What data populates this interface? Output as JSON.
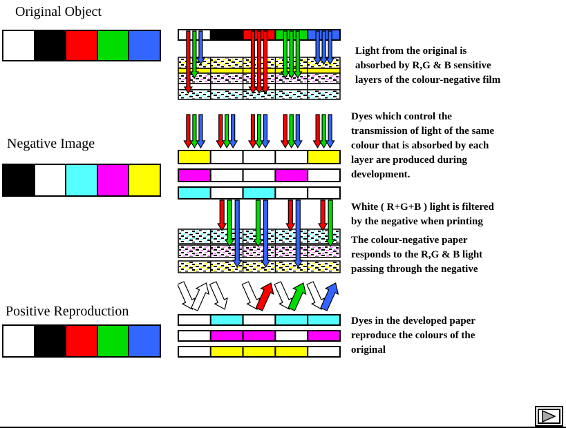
{
  "palette": {
    "white": "#FFFFFF",
    "black": "#000000",
    "red": "#FF0000",
    "green": "#00DC00",
    "blue": "#3366FF",
    "cyan": "#55FFFF",
    "magenta": "#FF00FF",
    "yellow": "#FFFF00",
    "speckle_cyan": "#80FFFF",
    "speckle_magenta": "#FF8CFF",
    "speckle_yellow": "#FFFF00",
    "button_triangle_gray": "#A8A8A8"
  },
  "headings": {
    "original": "Original Object",
    "negative": "Negative Image",
    "positive": "Positive Reproduction"
  },
  "bars": {
    "original": [
      "white",
      "black",
      "red",
      "green",
      "blue"
    ],
    "negative": [
      "black",
      "white",
      "cyan",
      "magenta",
      "yellow"
    ],
    "positive": [
      "white",
      "black",
      "red",
      "green",
      "blue"
    ]
  },
  "texts": {
    "absorb": "Light from the original is\nabsorbed by R,G & B sensitive\nlayers of the colour-negative film",
    "dyes": "Dyes which control the\ntransmission of light of the same\ncolour that is absorbed by each\nlayer are produced during\ndevelopment.",
    "white_light": "White ( R+G+B ) light is filtered\nby the negative when printing",
    "paper_responds": "The colour-negative paper\nresponds to the R,G & B light\npassing through the negative",
    "developed": "Dyes in the developed paper\nreproduce the colours of the\noriginal"
  },
  "diagrams": {
    "film_exposure": {
      "top_bar": [
        "white",
        "black",
        "red",
        "green",
        "blue"
      ],
      "layers": [
        {
          "type": "speckle",
          "color": "yellow"
        },
        {
          "type": "solid",
          "color": "yellow"
        },
        {
          "type": "speckle",
          "color": "magenta"
        },
        {
          "type": "solid",
          "color": "white"
        },
        {
          "type": "speckle",
          "color": "cyan"
        }
      ],
      "arrows": [
        {
          "col": 0,
          "colors": [
            "red",
            "green",
            "blue"
          ]
        },
        {
          "col": 2,
          "colors": [
            "red",
            "red",
            "red"
          ]
        },
        {
          "col": 3,
          "colors": [
            "green",
            "green",
            "green"
          ]
        },
        {
          "col": 4,
          "colors": [
            "blue",
            "blue",
            "blue"
          ]
        }
      ]
    },
    "development": {
      "arrow_columns": [
        0,
        1,
        2,
        3,
        4
      ],
      "arrow_colors": [
        "red",
        "green",
        "blue"
      ],
      "rows": [
        [
          "yellow",
          "white",
          "white",
          "white",
          "yellow"
        ],
        [
          "magenta",
          "white",
          "white",
          "magenta",
          "white"
        ],
        [
          "cyan",
          "white",
          "cyan",
          "white",
          "white"
        ]
      ]
    },
    "printing": {
      "arrows": [
        {
          "col": 1,
          "colors": [
            "red",
            "green",
            "blue"
          ]
        },
        {
          "col": 2,
          "colors": [
            "green",
            "blue"
          ]
        },
        {
          "col": 3,
          "colors": [
            "red",
            "blue"
          ]
        },
        {
          "col": 4,
          "colors": [
            "red",
            "green"
          ]
        }
      ],
      "layers": [
        {
          "type": "speckle",
          "color": "cyan"
        },
        {
          "type": "speckle",
          "color": "magenta"
        },
        {
          "type": "speckle",
          "color": "yellow"
        }
      ]
    },
    "reflection": {
      "incident": [
        "white",
        "white",
        "white",
        "white",
        "white"
      ],
      "reflected": [
        "white",
        null,
        "red",
        "green",
        "blue"
      ],
      "rows": [
        [
          "white",
          "cyan",
          "white",
          "cyan",
          "cyan"
        ],
        [
          "white",
          "magenta",
          "magenta",
          "white",
          "magenta"
        ],
        [
          "white",
          "yellow",
          "yellow",
          "yellow",
          "white"
        ]
      ]
    }
  },
  "nav": {
    "next_icon": "play-triangle"
  }
}
